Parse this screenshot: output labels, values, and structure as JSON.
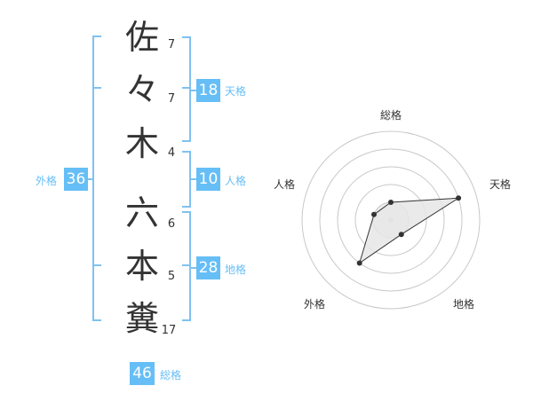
{
  "name": {
    "characters": [
      {
        "char": "佐",
        "strokes": "7"
      },
      {
        "char": "々",
        "strokes": "7"
      },
      {
        "char": "木",
        "strokes": "4"
      },
      {
        "char": "六",
        "strokes": "6"
      },
      {
        "char": "本",
        "strokes": "5"
      },
      {
        "char": "糞",
        "strokes": "17"
      }
    ]
  },
  "fortune": {
    "tenkaku": {
      "value": "18",
      "label": "天格"
    },
    "jinkaku": {
      "value": "10",
      "label": "人格"
    },
    "chikaku": {
      "value": "28",
      "label": "地格"
    },
    "gaikaku": {
      "value": "36",
      "label": "外格"
    },
    "soukaku": {
      "value": "46",
      "label": "総格"
    }
  },
  "radar": {
    "axes": [
      "総格",
      "天格",
      "地格",
      "外格",
      "人格"
    ],
    "levels": [
      1,
      2,
      3,
      4,
      5
    ],
    "values": [
      1,
      4,
      1,
      3,
      1
    ],
    "colors": {
      "rings": "#c8c8c8",
      "center_fill": "#eeeeee",
      "polygon_fill": "#e6e6e6",
      "polygon_stroke": "#333333",
      "point": "#333333"
    }
  }
}
